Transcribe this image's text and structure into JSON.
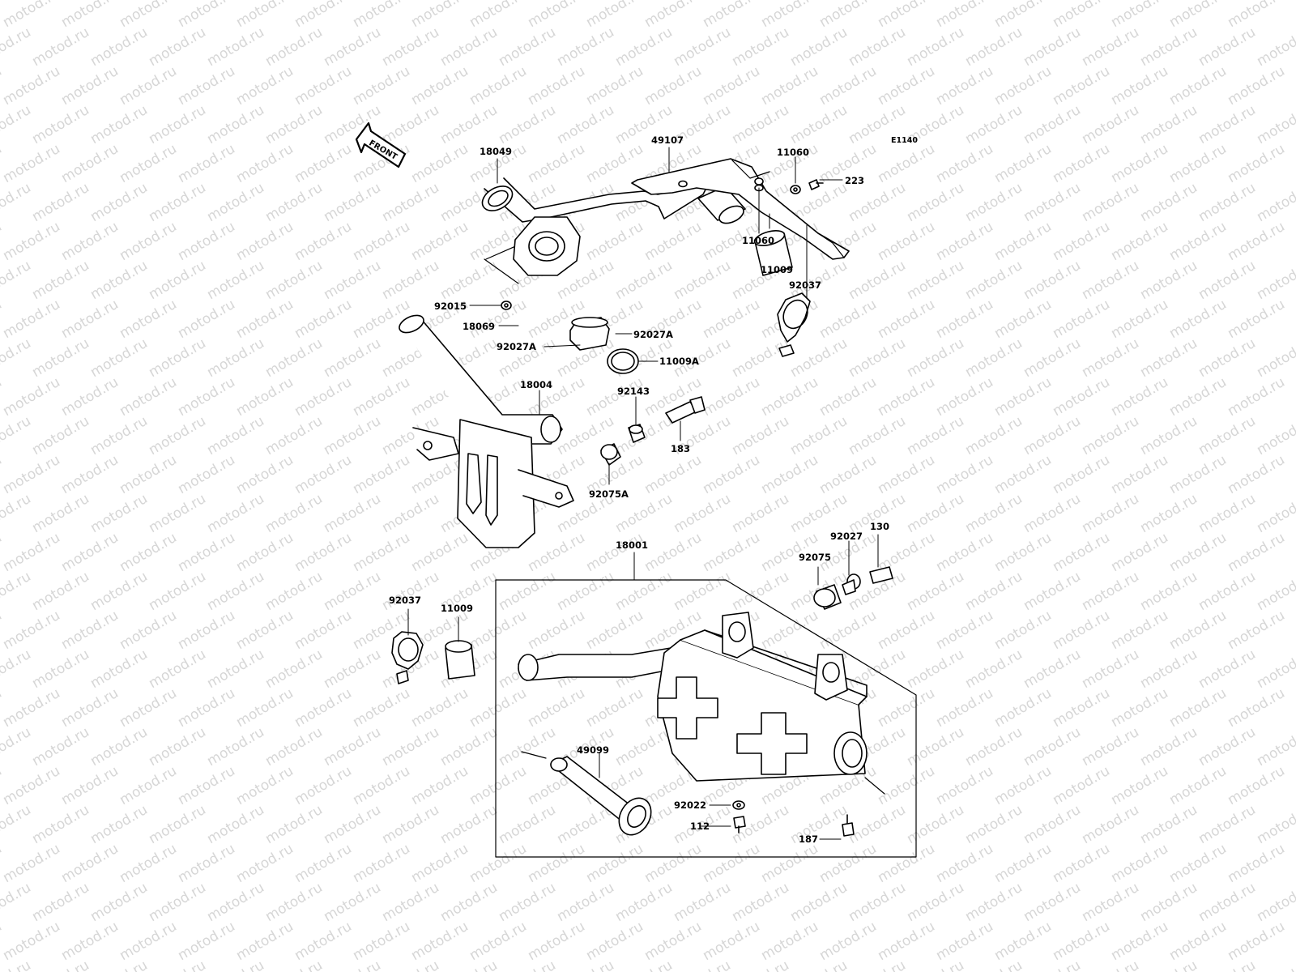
{
  "diagram": {
    "code": "E1140",
    "front_label": "FRONT",
    "watermark": "motod.ru",
    "colors": {
      "line": "#000000",
      "part_fill": "#ffffff",
      "watermark": "#d6d6d6"
    }
  },
  "parts": {
    "p18049": "18049",
    "p49107": "49107",
    "p11060a": "11060",
    "p223": "223",
    "p11060b": "11060",
    "p11009a": "11009",
    "p92037a": "92037",
    "p92015": "92015",
    "p18069": "18069",
    "p92027A_r": "92027A",
    "p92027A_l": "92027A",
    "p11009A": "11009A",
    "p18004": "18004",
    "p92143": "92143",
    "p183": "183",
    "p92075A": "92075A",
    "p18001": "18001",
    "p130": "130",
    "p92027": "92027",
    "p92075": "92075",
    "p92037b": "92037",
    "p11009b": "11009",
    "p49099": "49099",
    "p92022": "92022",
    "p112": "112",
    "p187": "187"
  }
}
